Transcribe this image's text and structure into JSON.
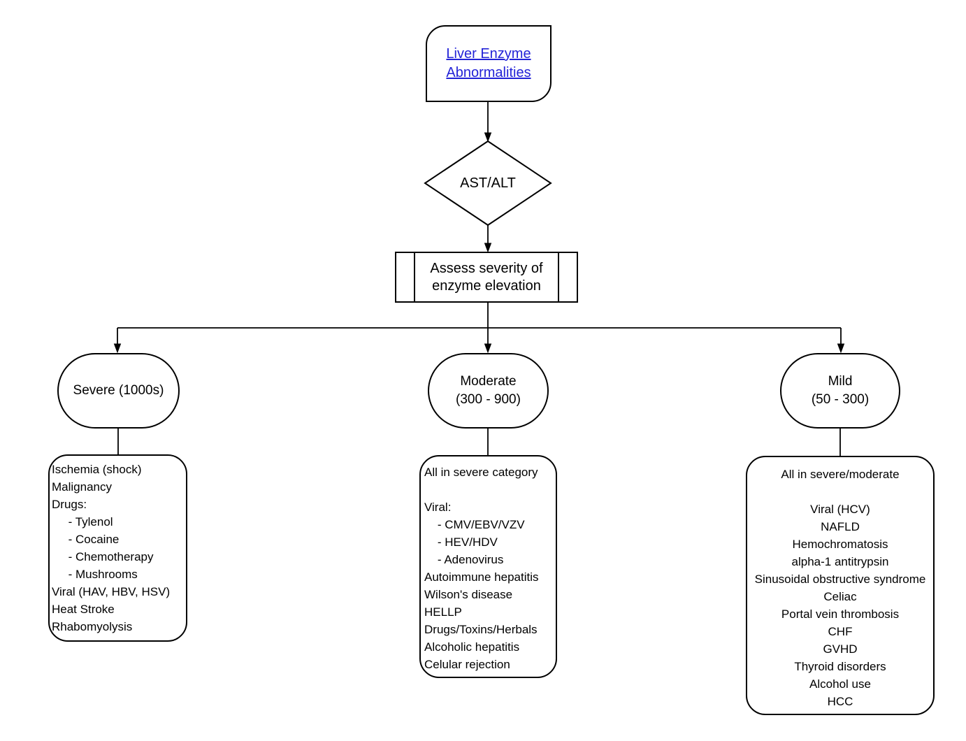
{
  "palette": {
    "stroke": "#000000",
    "link_blue": "#2323d7",
    "background": "#ffffff"
  },
  "diagram": {
    "title_node": {
      "label": "Liver Enzyme Abnormalities"
    },
    "decision_node": {
      "label": "AST/ALT"
    },
    "process_node": {
      "label": "Assess severity of enzyme elevation"
    },
    "branches": {
      "severe": {
        "lines": [
          "Severe (1000s)"
        ]
      },
      "moderate": {
        "lines": [
          "Moderate",
          "(300 - 900)"
        ]
      },
      "mild": {
        "lines": [
          "Mild",
          "(50 - 300)"
        ]
      }
    },
    "lists": {
      "severe": {
        "lines": [
          "Ischemia (shock)",
          "Malignancy",
          "Drugs:",
          "     - Tylenol",
          "     - Cocaine",
          "     - Chemotherapy",
          "     - Mushrooms",
          "Viral (HAV, HBV, HSV)",
          "Heat Stroke",
          "Rhabomyolysis"
        ]
      },
      "moderate": {
        "lines": [
          "All in severe category",
          "",
          "Viral:",
          "    - CMV/EBV/VZV",
          "    - HEV/HDV",
          "    - Adenovirus",
          "Autoimmune hepatitis",
          "Wilson's disease",
          "HELLP",
          "Drugs/Toxins/Herbals",
          "Alcoholic hepatitis",
          "Celular rejection"
        ]
      },
      "mild": {
        "lines": [
          "All in severe/moderate",
          "",
          "Viral (HCV)",
          "NAFLD",
          "Hemochromatosis",
          "alpha-1 antitrypsin",
          "Sinusoidal obstructive syndrome",
          "Celiac",
          "Portal vein thrombosis",
          "CHF",
          "GVHD",
          "Thyroid disorders",
          "Alcohol use",
          "HCC"
        ]
      }
    }
  }
}
